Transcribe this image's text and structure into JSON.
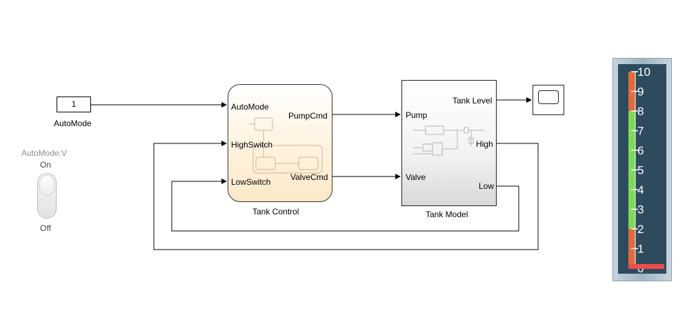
{
  "constant": {
    "value": "1",
    "name": "AutoMode"
  },
  "toggle": {
    "param": "AutoMode:V",
    "on_label": "On",
    "off_label": "Off",
    "state": "On"
  },
  "tank_control": {
    "name": "Tank Control",
    "inputs": [
      "AutoMode",
      "HighSwitch",
      "LowSwitch"
    ],
    "outputs": [
      "PumpCmd",
      "ValveCmd"
    ],
    "color": "#fde9c9"
  },
  "tank_model": {
    "name": "Tank Model",
    "inputs": [
      "Pump",
      "Valve"
    ],
    "outputs": [
      "Tank Level",
      "High",
      "Low"
    ]
  },
  "scope": {
    "icon": "scope-icon"
  },
  "gauge": {
    "ticks": [
      "10",
      "9",
      "8",
      "7",
      "6",
      "5",
      "4",
      "3",
      "2",
      "1",
      "0"
    ],
    "value": 0,
    "bands": [
      {
        "from": 8,
        "to": 10,
        "color": "#e26b3c"
      },
      {
        "from": 2,
        "to": 8,
        "color": "#7ed957"
      },
      {
        "from": 0,
        "to": 2,
        "color": "#e26b3c"
      }
    ],
    "needle_color": "#ef4c4c"
  }
}
